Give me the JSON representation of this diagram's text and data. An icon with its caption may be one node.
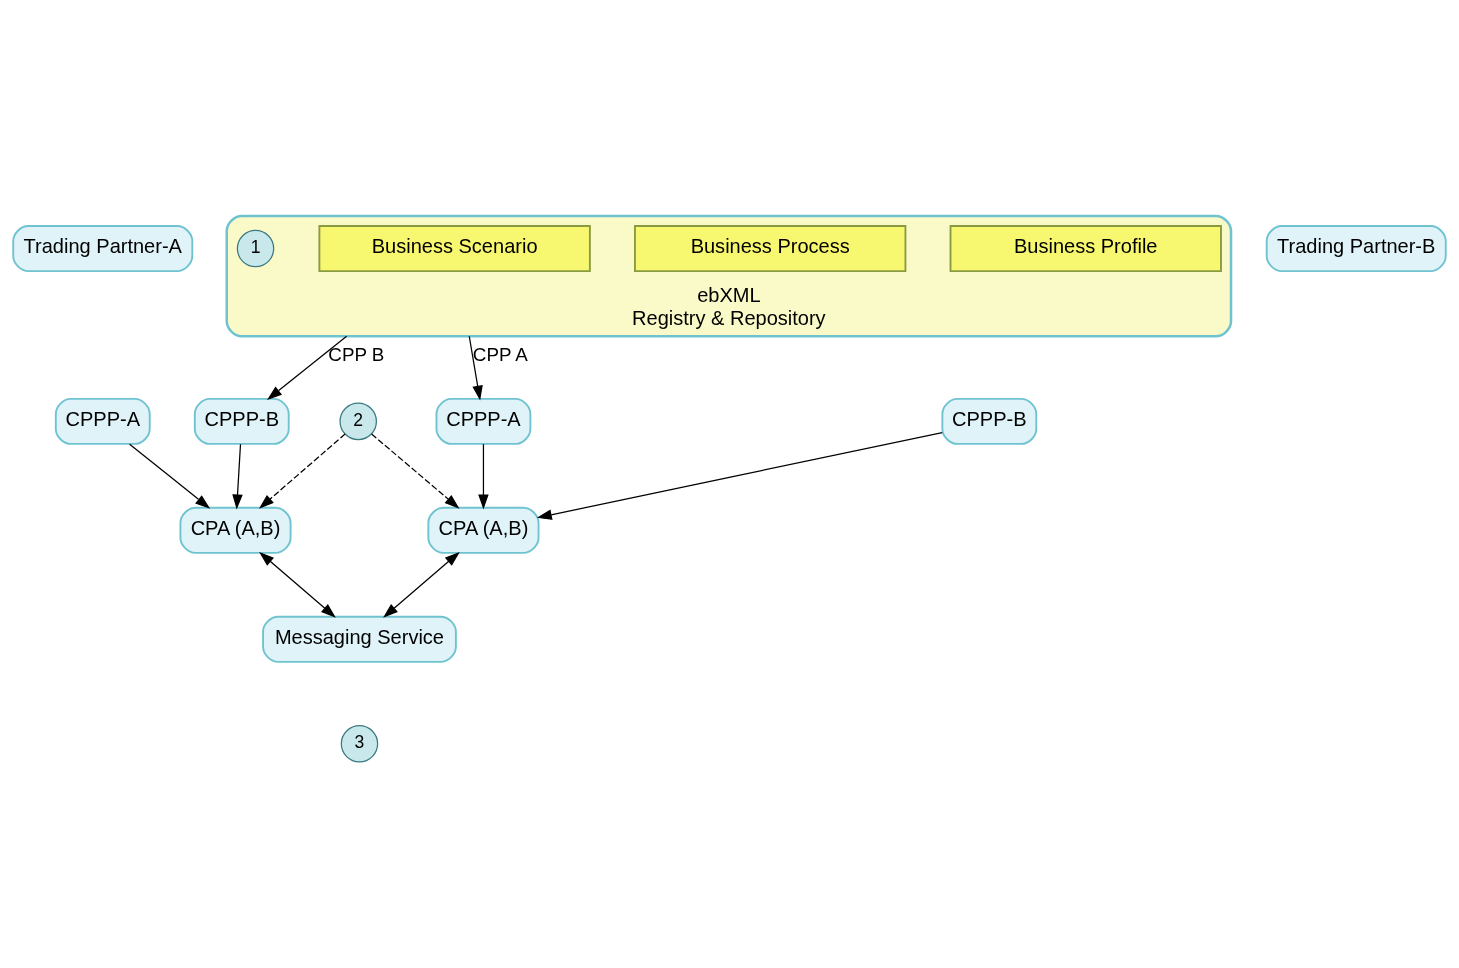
{
  "diagram": {
    "nodes": [
      {
        "text": [
          "ebXML",
          "Registry & Repository"
        ]
      },
      {
        "text": [
          "Business Profile"
        ],
        "in": 0
      },
      {
        "text": [
          "Business Process"
        ],
        "in": 0
      },
      {
        "text": [
          "Business Scenario"
        ],
        "in": 0
      },
      {
        "text": [
          "1"
        ],
        "in": 0
      },
      {
        "text": [
          "Trading Partner-A"
        ]
      },
      {
        "text": [
          "CPPP-A"
        ]
      },
      {
        "text": [
          "CPPP-B"
        ]
      },
      {
        "text": [
          "Trading Partner-B"
        ]
      },
      {
        "text": [
          "CPPP-A"
        ]
      },
      {
        "text": [
          "CPPP-B"
        ]
      },
      {
        "text": [
          "CPA (A,B)"
        ]
      },
      {
        "text": [
          "CPA (A,B)"
        ]
      },
      {
        "text": [
          "2"
        ]
      },
      {
        "text": [
          "Messaging Service"
        ]
      },
      {
        "text": [
          "3"
        ]
      }
    ],
    "edges": [
      {
        "from": 0,
        "to": 7,
        "arrow": "to",
        "label": "CPP B"
      },
      {
        "from": 0,
        "to": 9,
        "arrow": "to",
        "label": "CPP A"
      },
      {
        "from": 6,
        "to": 11,
        "arrow": "to"
      },
      {
        "from": 7,
        "to": 11,
        "arrow": "to"
      },
      {
        "from": 9,
        "to": 12,
        "arrow": "to"
      },
      {
        "from": 10,
        "to": 12,
        "arrow": "to"
      },
      {
        "from": 13,
        "to": 11,
        "arrow": "to",
        "style": "dashed"
      },
      {
        "from": 13,
        "to": 12,
        "arrow": "to",
        "style": "dashed"
      },
      {
        "from": 11,
        "to": 14,
        "arrow": "both"
      },
      {
        "from": 12,
        "to": 14,
        "arrow": "both"
      }
    ]
  }
}
